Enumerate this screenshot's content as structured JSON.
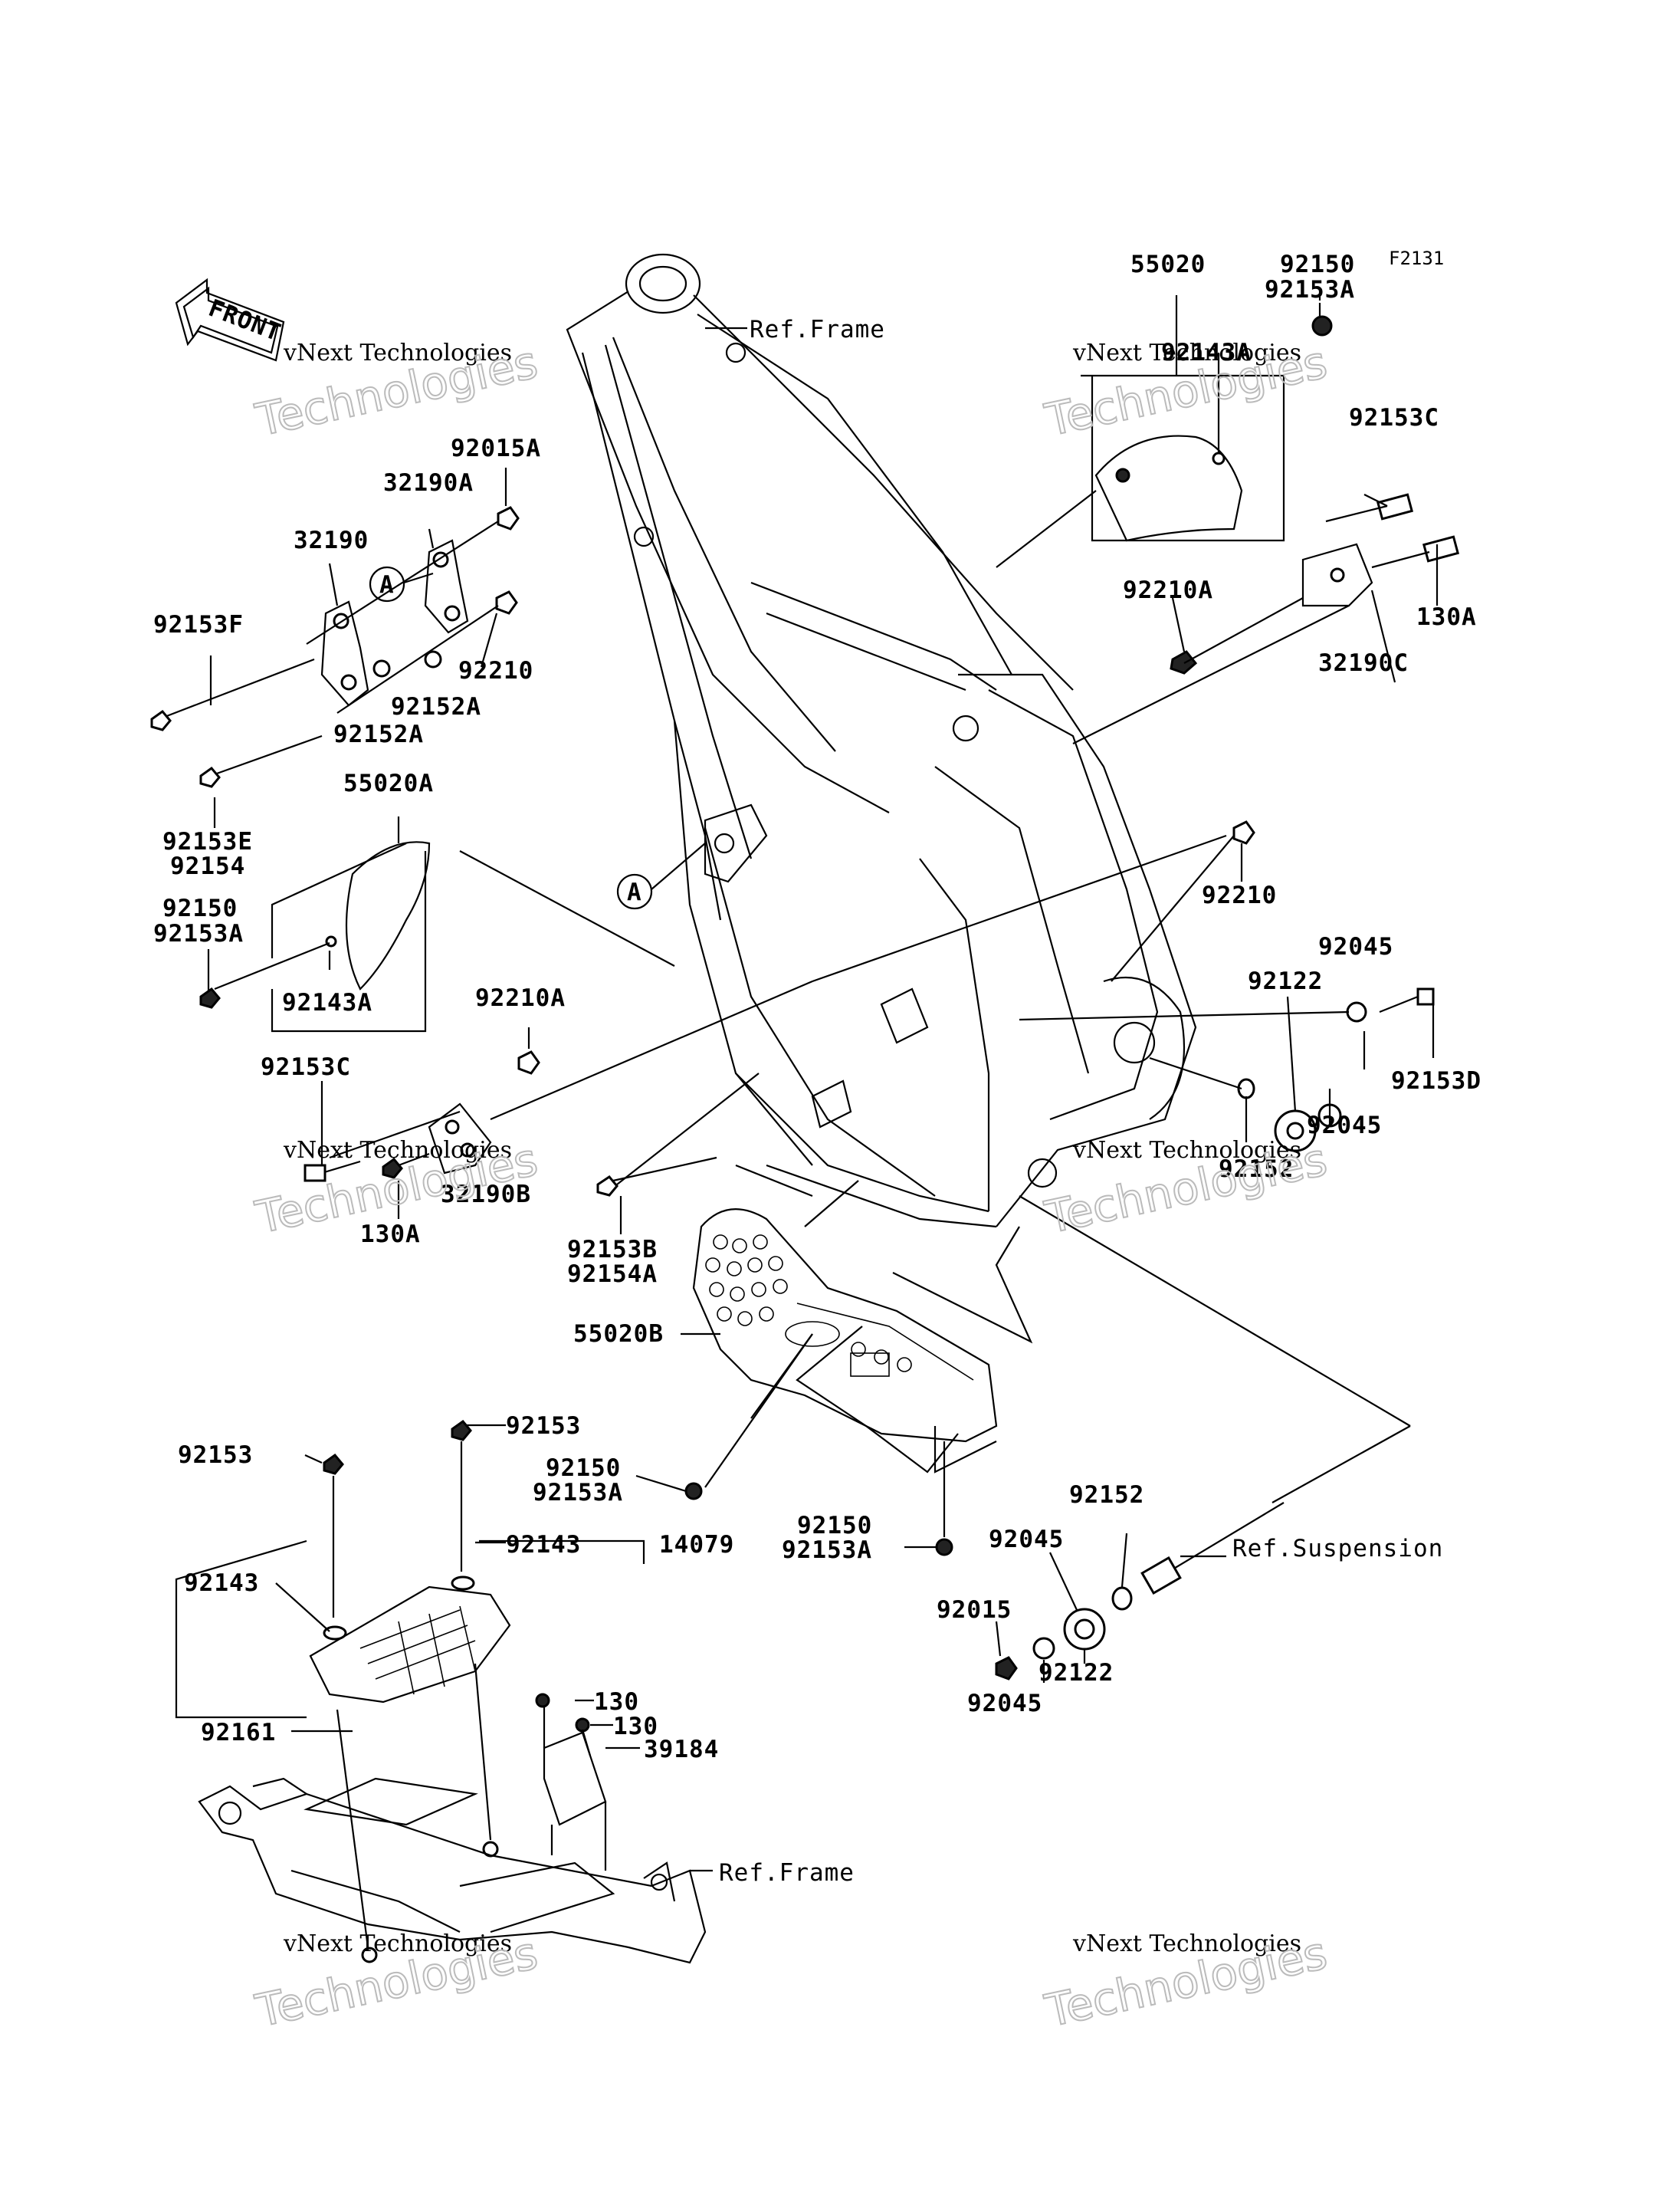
{
  "code": "F2131",
  "front_label": "FRONT",
  "watermark": {
    "line1": "vNext Technologies",
    "line2": "Technologies"
  },
  "refs": {
    "frame_top": "Ref.Frame",
    "frame_bottom": "Ref.Frame",
    "suspension": "Ref.Suspension"
  },
  "callouts": {
    "a1": "A",
    "a2": "A"
  },
  "labels": [
    "55020",
    "92150",
    "92153A",
    "92143A",
    "92153C",
    "92210A",
    "130A",
    "32190C",
    "92015A",
    "32190A",
    "32190",
    "92153F",
    "92210",
    "92152A",
    "92152A",
    "92153E",
    "92154",
    "55020A",
    "92150",
    "92153A",
    "92143A",
    "92210",
    "92045",
    "92122",
    "92153D",
    "92045",
    "92152",
    "92210A",
    "92153C",
    "32190B",
    "130A",
    "92153B",
    "92154A",
    "55020B",
    "92150",
    "92153A",
    "92150",
    "92153A",
    "92153",
    "92153",
    "92143",
    "14079",
    "92143",
    "130",
    "130",
    "39184",
    "92161",
    "92152",
    "92045",
    "92015",
    "92122",
    "92045"
  ]
}
